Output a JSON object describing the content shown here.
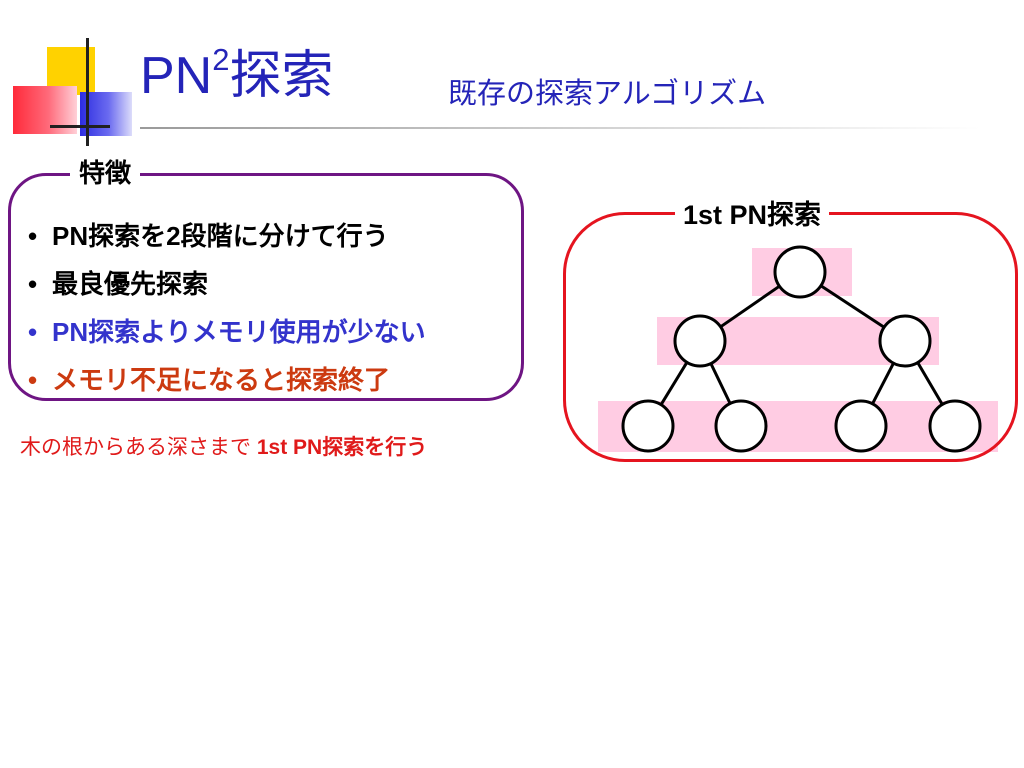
{
  "title": {
    "main": "PN",
    "superscript": "2",
    "suffix": "探索",
    "subtitle": "既存の探索アルゴリズム"
  },
  "features": {
    "label": "特徴",
    "bullet_glyph": "•",
    "items": [
      {
        "text": "PN探索を2段階に分けて行う",
        "color": "#000000"
      },
      {
        "text": "最良優先探索",
        "color": "#000000"
      },
      {
        "text": "PN探索よりメモリ使用が少ない",
        "color": "#3333cc"
      },
      {
        "text": "メモリ不足になると探索終了",
        "color": "#cc3a10"
      }
    ],
    "border_color": "#6e1583"
  },
  "caption": {
    "normal": "木の根からある深さまで ",
    "bold": "1st PN探索を行う",
    "color": "#e01a1a"
  },
  "tree": {
    "label": "1st PN探索",
    "border_color": "#e5141f",
    "band_color": "#ffcce3",
    "node_fill": "#ffffff",
    "node_stroke": "#000000",
    "levels": [
      1,
      2,
      4
    ],
    "edges": [
      [
        0,
        1
      ],
      [
        0,
        2
      ],
      [
        1,
        3
      ],
      [
        1,
        4
      ],
      [
        2,
        5
      ],
      [
        2,
        6
      ]
    ]
  }
}
